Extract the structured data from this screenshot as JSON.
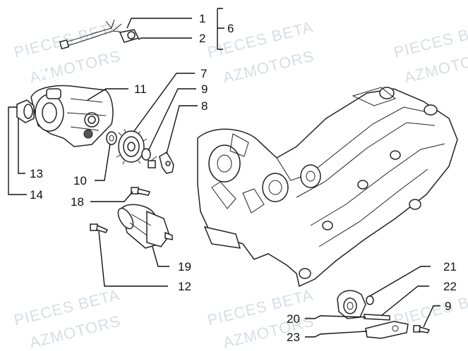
{
  "watermark": {
    "line1": "PIECES BETA",
    "line2": "AZMOTORS"
  },
  "callouts": [
    {
      "id": "c1",
      "text": "1"
    },
    {
      "id": "c2",
      "text": "2"
    },
    {
      "id": "c6",
      "text": "6"
    },
    {
      "id": "c7",
      "text": "7"
    },
    {
      "id": "c9a",
      "text": "9"
    },
    {
      "id": "c8",
      "text": "8"
    },
    {
      "id": "c11",
      "text": "11"
    },
    {
      "id": "c10",
      "text": "10"
    },
    {
      "id": "c13",
      "text": "13"
    },
    {
      "id": "c14",
      "text": "14"
    },
    {
      "id": "c18",
      "text": "18"
    },
    {
      "id": "c19",
      "text": "19"
    },
    {
      "id": "c12",
      "text": "12"
    },
    {
      "id": "c21",
      "text": "21"
    },
    {
      "id": "c22",
      "text": "22"
    },
    {
      "id": "c9b",
      "text": "9"
    },
    {
      "id": "c20",
      "text": "20"
    },
    {
      "id": "c23",
      "text": "23"
    }
  ]
}
